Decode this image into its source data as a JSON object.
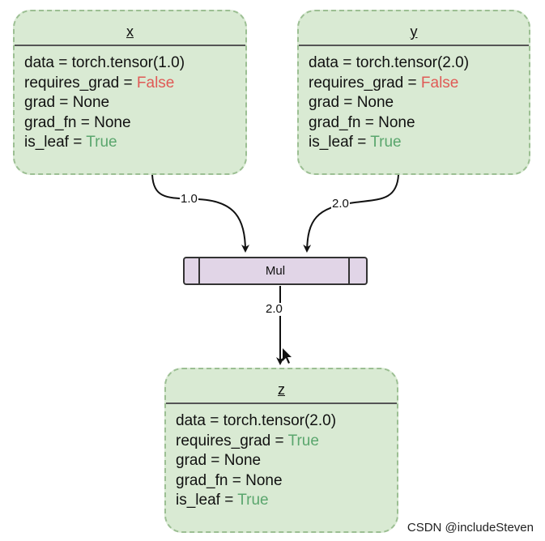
{
  "nodes": {
    "x": {
      "title": "x",
      "props": [
        {
          "key": "data",
          "value": "torch.tensor(1.0)",
          "kind": "plain"
        },
        {
          "key": "requires_grad",
          "value": "False",
          "kind": "false"
        },
        {
          "key": "grad",
          "value": "None",
          "kind": "plain"
        },
        {
          "key": "grad_fn",
          "value": "None",
          "kind": "plain"
        },
        {
          "key": "is_leaf",
          "value": "True",
          "kind": "true"
        }
      ]
    },
    "y": {
      "title": "y",
      "props": [
        {
          "key": "data",
          "value": "torch.tensor(2.0)",
          "kind": "plain"
        },
        {
          "key": "requires_grad",
          "value": "False",
          "kind": "false"
        },
        {
          "key": "grad",
          "value": "None",
          "kind": "plain"
        },
        {
          "key": "grad_fn",
          "value": "None",
          "kind": "plain"
        },
        {
          "key": "is_leaf",
          "value": "True",
          "kind": "true"
        }
      ]
    },
    "z": {
      "title": "z",
      "props": [
        {
          "key": "data",
          "value": "torch.tensor(2.0)",
          "kind": "plain"
        },
        {
          "key": "requires_grad",
          "value": "True",
          "kind": "true"
        },
        {
          "key": "grad",
          "value": "None",
          "kind": "plain"
        },
        {
          "key": "grad_fn",
          "value": "None",
          "kind": "plain"
        },
        {
          "key": "is_leaf",
          "value": "True",
          "kind": "true"
        }
      ]
    }
  },
  "operation": {
    "label": "Mul"
  },
  "edges": {
    "x_to_mul": "1.0",
    "y_to_mul": "2.0",
    "mul_to_z": "2.0"
  },
  "watermark": "CSDN @includeSteven",
  "colors": {
    "node_fill": "#d9ead3",
    "node_border": "#9cbf93",
    "op_fill": "#e1d5e7",
    "false_value": "#e05a56",
    "true_value": "#5aa66d"
  }
}
